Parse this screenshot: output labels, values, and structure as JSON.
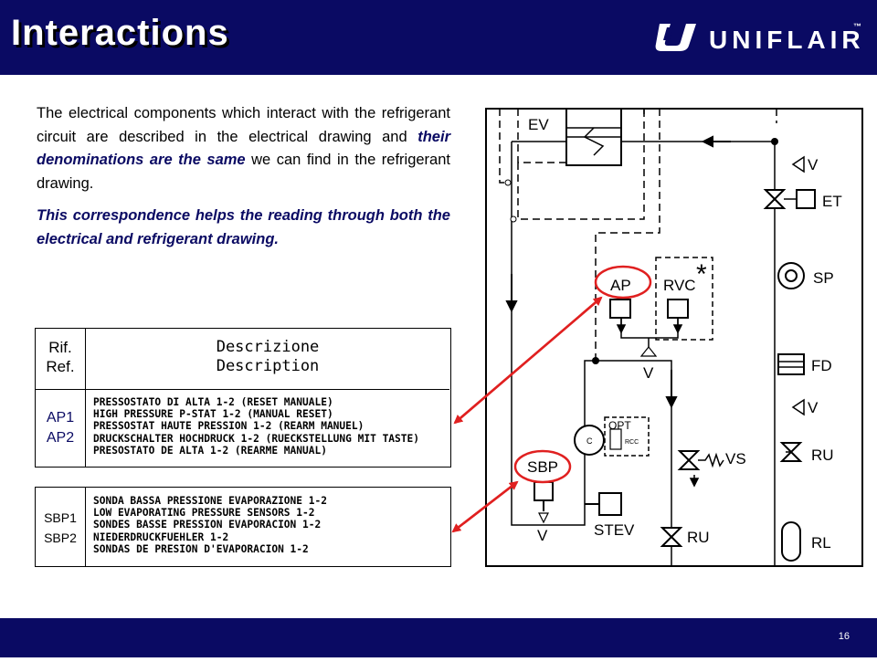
{
  "header": {
    "title": "Interactions",
    "logo_text": "UNIFLAIR",
    "logo_tm": "™"
  },
  "body": {
    "p1_before": "The electrical components which interact with the refrigerant circuit are described in the electrical drawing and ",
    "p1_emphasis": "their denominations are the same",
    "p1_after": " we can find in the refrigerant drawing.",
    "p2": "This correspondence helps the reading through both the electrical and refrigerant drawing."
  },
  "table1": {
    "header_ref": [
      "Rif.",
      "Ref."
    ],
    "header_desc": [
      "Descrizione",
      "Description"
    ],
    "refs": [
      "AP1",
      "AP2"
    ],
    "lines": [
      "PRESSOSTATO DI ALTA 1-2 (RESET MANUALE)",
      "HIGH PRESSURE P-STAT 1-2 (MANUAL RESET)",
      "PRESSOSTAT HAUTE PRESSION 1-2 (REARM MANUEL)",
      "DRUCKSCHALTER HOCHDRUCK 1-2 (RUECKSTELLUNG MIT TASTE)",
      "PRESOSTATO DE ALTA 1-2 (REARME MANUAL)"
    ]
  },
  "table2": {
    "refs": [
      "SBP1",
      "SBP2"
    ],
    "lines": [
      "SONDA BASSA PRESSIONE EVAPORAZIONE 1-2",
      "LOW EVAPORATING PRESSURE SENSORS 1-2",
      "SONDES BASSE PRESSION EVAPORACION 1-2",
      "NIEDERDRUCKFUEHLER 1-2",
      "SONDAS DE PRESION D'EVAPORACION 1-2"
    ]
  },
  "diagram": {
    "labels": {
      "ev": "EV",
      "v_top": "V",
      "et": "ET",
      "sp": "SP",
      "ap": "AP",
      "rvc": "RVC",
      "star": "*",
      "v_mid": "V",
      "fd": "FD",
      "v_right": "V",
      "opt": "OPT",
      "rcc": "RCC",
      "c": "C",
      "vs": "VS",
      "ru_right": "RU",
      "sbp": "SBP",
      "stev": "STEV",
      "ru_bottom": "RU",
      "v_bottom": "V",
      "rl": "RL"
    },
    "colors": {
      "highlight": "#e02020",
      "navy": "#0a0a63"
    }
  },
  "footer": {
    "page_number": "16"
  }
}
